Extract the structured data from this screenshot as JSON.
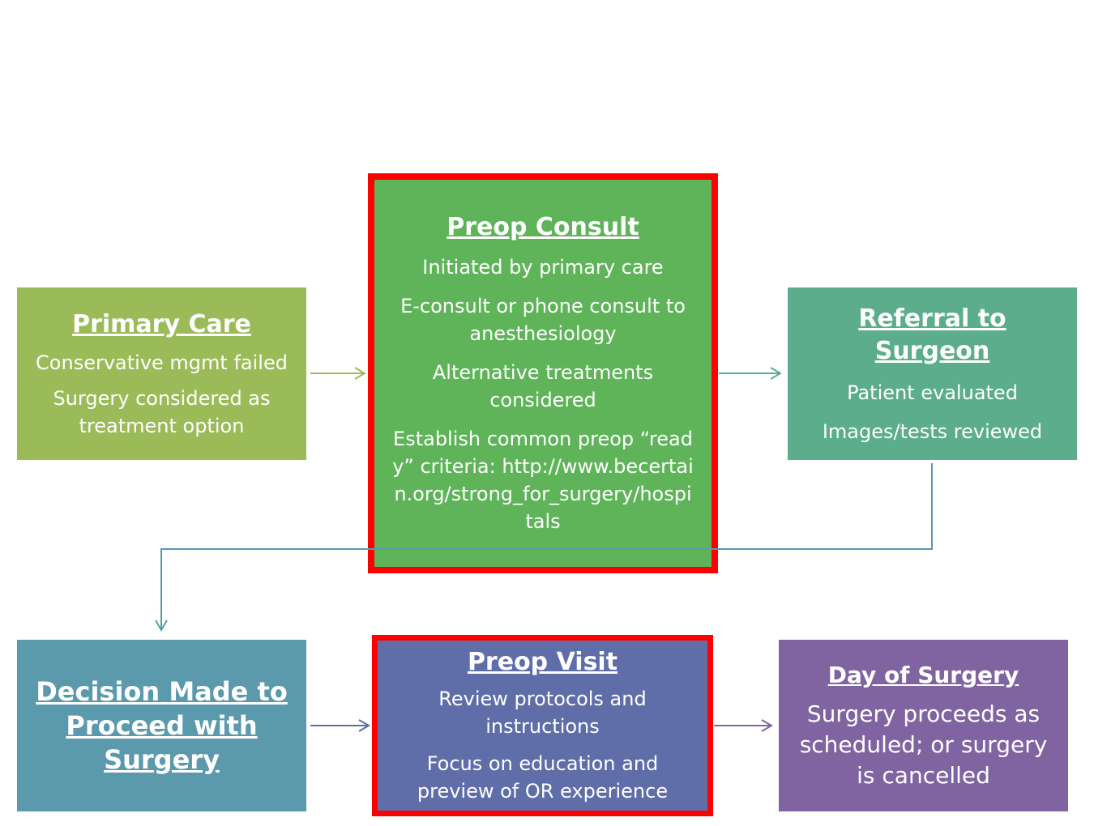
{
  "primary_care": {
    "title": "Primary Care",
    "lines": [
      "Conservative mgmt failed",
      "Surgery considered as treatment option"
    ]
  },
  "preop_consult": {
    "title": "Preop Consult",
    "lines": [
      "Initiated by primary care",
      "E-consult or phone consult to anesthesiology",
      "Alternative treatments considered",
      "Establish common preop “ready” criteria: http://www.becertain.org/strong_for_surgery/hospitals"
    ]
  },
  "referral": {
    "title": "Referral to Surgeon",
    "lines": [
      "Patient evaluated",
      "Images/tests reviewed"
    ]
  },
  "decision": {
    "title": "Decision Made to Proceed with Surgery"
  },
  "preop_visit": {
    "title": "Preop Visit",
    "lines": [
      "Review protocols and instructions",
      "Focus on education and preview of OR experience"
    ]
  },
  "day_of_surgery": {
    "title": "Day of Surgery",
    "lines": [
      "Surgery proceeds as scheduled; or surgery is cancelled"
    ]
  },
  "colors": {
    "primary_care": "#9bbb59",
    "preop_consult": "#5fb45a",
    "referral": "#5bad8c",
    "decision": "#5b9aad",
    "preop_visit": "#5f6ea8",
    "day_of_surgery": "#8064a2",
    "highlight_border": "#ff0000"
  }
}
